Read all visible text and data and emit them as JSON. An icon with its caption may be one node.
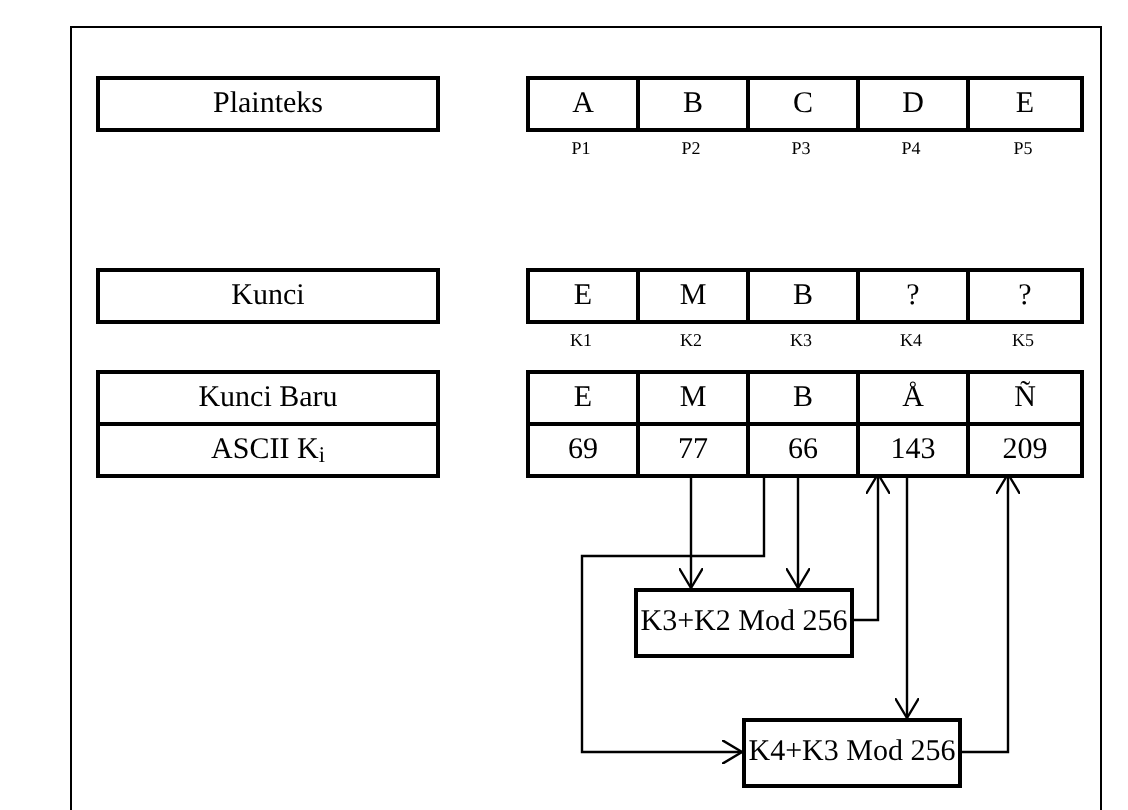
{
  "diagram": {
    "nodes": [
      {
        "text": [
          "Plainteks"
        ]
      },
      {
        "text": [
          "A"
        ],
        "beside": [
          "P1"
        ]
      },
      {
        "text": [
          "B"
        ],
        "beside": [
          "P2"
        ]
      },
      {
        "text": [
          "C"
        ],
        "beside": [
          "P3"
        ]
      },
      {
        "text": [
          "D"
        ],
        "beside": [
          "P4"
        ]
      },
      {
        "text": [
          "E"
        ],
        "beside": [
          "P5"
        ]
      },
      {
        "text": [
          "Kunci"
        ]
      },
      {
        "text": [
          "E"
        ],
        "beside": [
          "K1"
        ]
      },
      {
        "text": [
          "M"
        ],
        "beside": [
          "K2"
        ]
      },
      {
        "text": [
          "B"
        ],
        "beside": [
          "K3"
        ]
      },
      {
        "text": [
          "?"
        ],
        "beside": [
          "K4"
        ]
      },
      {
        "text": [
          "?"
        ],
        "beside": [
          "K5"
        ]
      },
      {
        "text": [
          "Kunci Baru"
        ]
      },
      {
        "text": [
          "ASCII K$_{i}$"
        ]
      },
      {
        "text": [
          "E"
        ]
      },
      {
        "text": [
          "M"
        ]
      },
      {
        "text": [
          "B"
        ]
      },
      {
        "text": [
          "Å"
        ]
      },
      {
        "text": [
          "Ñ"
        ]
      },
      {
        "text": [
          "69"
        ]
      },
      {
        "text": [
          "77"
        ]
      },
      {
        "text": [
          "66"
        ]
      },
      {
        "text": [
          "143"
        ]
      },
      {
        "text": [
          "209"
        ]
      },
      {
        "text": [
          "K3+K2 Mod 256"
        ]
      },
      {
        "text": [
          "K4+K3 Mod 256"
        ]
      }
    ],
    "edges": [
      {
        "from": 20,
        "to": 24,
        "arrow": "to"
      },
      {
        "from": 21,
        "to": 24,
        "arrow": "to"
      },
      {
        "from": 21,
        "to": 25,
        "arrow": "to"
      },
      {
        "from": 24,
        "to": 22,
        "arrow": "to"
      },
      {
        "from": 22,
        "to": 25,
        "arrow": "to"
      },
      {
        "from": 25,
        "to": 23,
        "arrow": "to"
      }
    ]
  }
}
